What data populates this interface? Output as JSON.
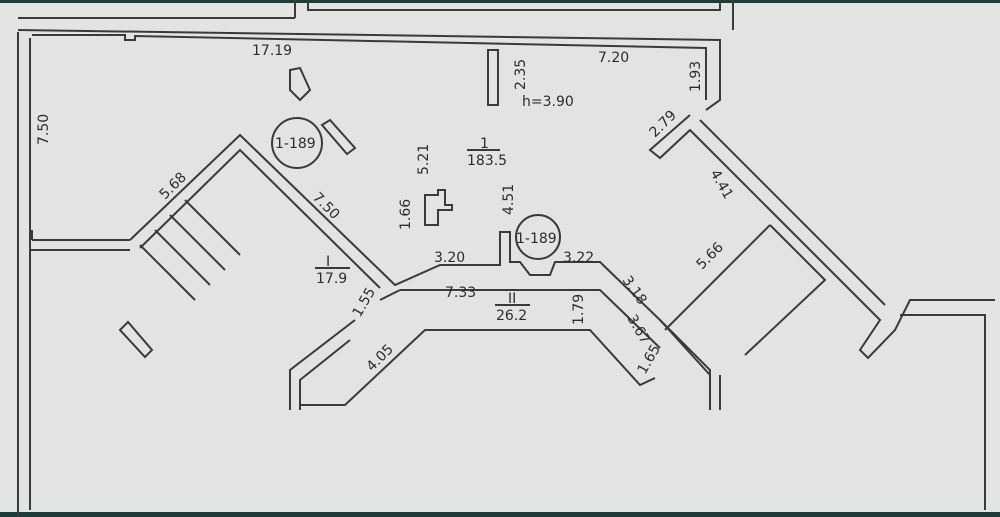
{
  "plan": {
    "ceiling_height": "h=3.90",
    "rooms": [
      {
        "number": "1",
        "area": "183.5"
      },
      {
        "number": "I",
        "area": "17.9"
      },
      {
        "number": "II",
        "area": "26.2"
      }
    ],
    "markers": [
      "1-189",
      "1-189"
    ],
    "dimensions": {
      "top_wall": "17.19",
      "left_wall": "7.50",
      "stair_left": "5.68",
      "stair_right": "7.50",
      "column_a": "5.21",
      "column_b": "1.66",
      "top_partition": "2.35",
      "top_right": "7.20",
      "right_window": "1.93",
      "diag_short": "2.79",
      "diag_window": "4.41",
      "pillar": "4.51",
      "mid_left": "3.20",
      "mid_right": "3.22",
      "corridor_small": "1.55",
      "corridor_len": "7.33",
      "corridor_depth": "1.79",
      "diag_a": "3.18",
      "diag_b": "5.66",
      "diag_c": "3.67",
      "diag_d": "1.65",
      "bottom_diag": "4.05"
    },
    "colors": {
      "background": "#e2e4e1",
      "lines": "#3a3a3a",
      "frame": "#1f3b3a"
    }
  }
}
